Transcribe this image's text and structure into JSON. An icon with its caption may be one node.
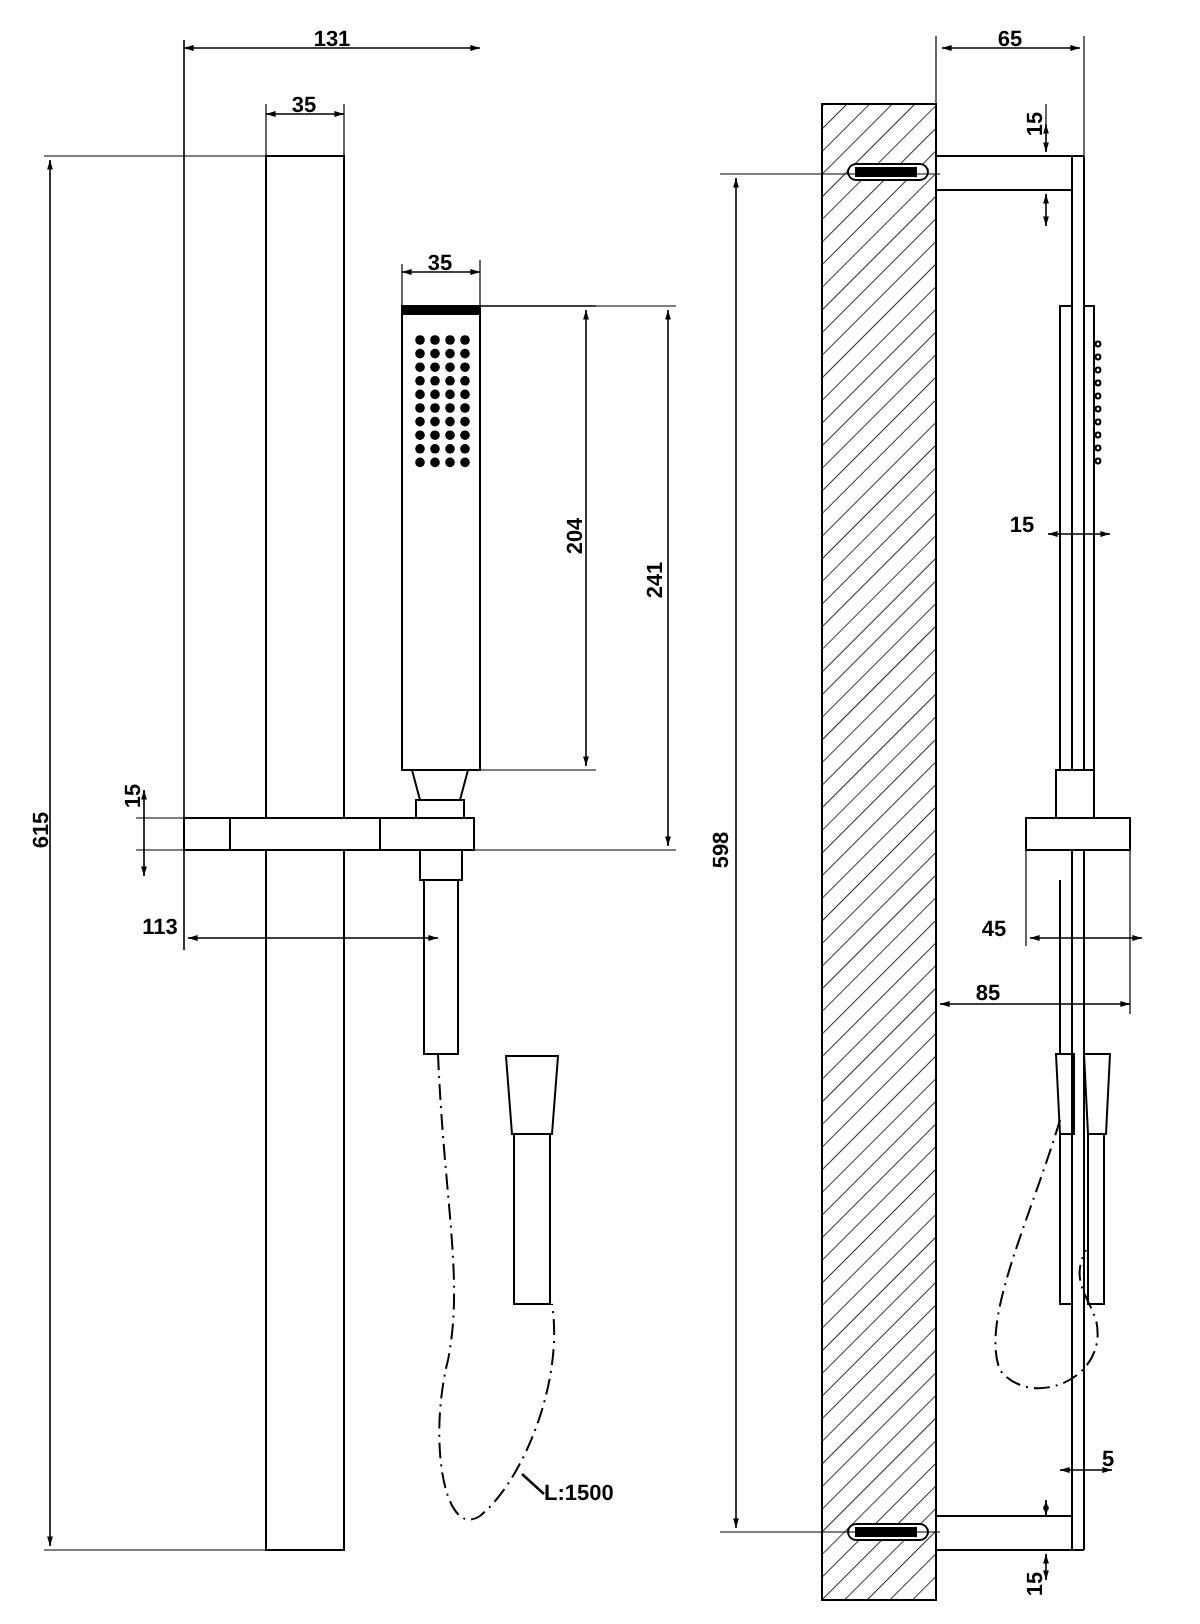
{
  "diagram": {
    "nodes": [
      {
        "text": [
          "L:1500"
        ]
      },
      {
        "text": [],
        "shape": "curve"
      }
    ],
    "edges": [
      {
        "from": 0,
        "to": 1,
        "arrow": "none"
      }
    ],
    "labels": [
      "131",
      "65",
      "35",
      "15",
      "35",
      "204",
      "241",
      "15",
      "615",
      "598",
      "15",
      "45",
      "113",
      "85",
      "5",
      "15"
    ]
  }
}
